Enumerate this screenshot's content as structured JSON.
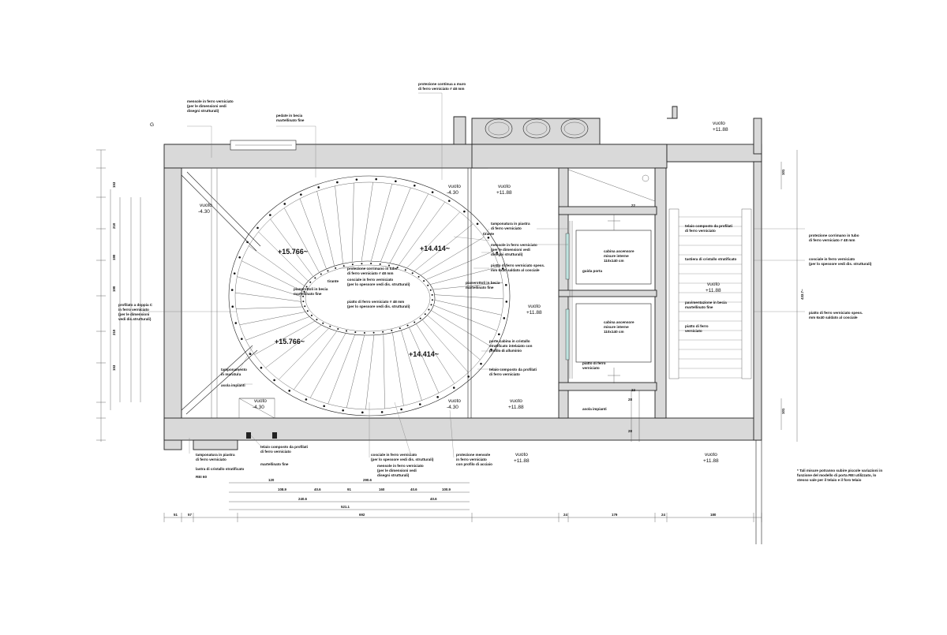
{
  "levels": {
    "vuoto_label": "vuoto",
    "vuoto_value": "+11.88",
    "minus_430": "-4.30",
    "elev_15766": "+15.766~",
    "elev_14414": "+14.414~"
  },
  "notes": {
    "mensole_top": [
      "mensole in ferro verniciato",
      "(per le dimensioni vedi",
      "disegni strutturali)"
    ],
    "pedate_top": [
      "pedate in becia",
      "martellinato fine"
    ],
    "protezione_top": [
      "protezione continua a muro",
      "di ferro verniciato # 48 mm"
    ],
    "corrimano_inner": [
      "protezione corrimano in tubo",
      "di ferro verniciato # 48 mm"
    ],
    "cosciale_inner": [
      "cosciale in ferro verniciato",
      "(per lo spessore vedi dis. strutturali)"
    ],
    "tirante": "tirante",
    "tirante2": "tirante",
    "mensole_mid": [
      "mensole in ferro verniciato",
      "(per le dimensioni vedi",
      "disegni strutturali)"
    ],
    "tamponatura": [
      "tamponatura in piastra",
      "di ferro verniciato"
    ],
    "piatto_mid": [
      "piatto di ferro verniciato spess.",
      "mm 6x40 saldato al cosciale"
    ],
    "pianerottoli": [
      "pianerottoli in becia",
      "martellinato fine"
    ],
    "piatto_inner": [
      "piatto di ferro verniciato # 48 mm",
      "(per lo spessore vedi dis. strutturali)"
    ],
    "pianerottoli_right": [
      "pianerottoli in becia",
      "martellinato fine"
    ],
    "profilato": [
      "profilato a doppia C",
      "in ferro verniciato",
      "(per le dimensioni",
      "vedi dis.strutturali)"
    ],
    "tamponamento": [
      "tamponamento",
      "in muratura"
    ],
    "asola_left": "asola impianti",
    "porte_cabina": [
      "porte cabina in cristallo",
      "stratificato intelaiato con",
      "profilo di alluminio"
    ],
    "telaio_right_low": [
      "telaio composto da profilati",
      "di ferro verniciato"
    ],
    "guida_porta": "guida porta",
    "cabina1": [
      "cabina ascensore",
      "misure interne",
      "110x140 cm"
    ],
    "cabina2": [
      "cabina ascensore",
      "misure interne",
      "110x140 cm"
    ],
    "piatto_lift": [
      "piatto di ferro",
      "verniciato"
    ],
    "asola_right": "asola impianti",
    "telaio_right": [
      "telaio composto da profilati",
      "di ferro verniciato"
    ],
    "tastiera": [
      "tastiera di cristallo stratificato"
    ],
    "pavimentazione": [
      "pavimentazione in becia",
      "martellinato fine"
    ],
    "piatto_right": [
      "piatto di ferro",
      "verniciato"
    ],
    "far_protezione": [
      "protezione corrimano in tubo",
      "di ferro verniciato # 48 mm"
    ],
    "far_cosciale": [
      "cosciale in ferro verniciato",
      "(per lo spessore vedi dis. strutturali)"
    ],
    "far_piatto": [
      "piatto di ferro verniciato spess.",
      "mm 6x40 saldato al cosciale"
    ],
    "bl_tamponatura": [
      "tamponatura in piastra",
      "di ferro verniciato"
    ],
    "bl_lastra": [
      "lastra di cristallo stratificato"
    ],
    "bl_rei": "REI 60",
    "bl_telaio": [
      "telaio composto da profilati",
      "di ferro verniciato"
    ],
    "bl_martellinato": "martellinato fine",
    "b_cosciale": [
      "cosciale in ferro verniciato",
      "(per lo spessore vedi dis. strutturali)"
    ],
    "b_mensole": [
      "mensole in ferro verniciato",
      "(per le dimensioni vedi",
      "disegni strutturali)"
    ],
    "b_protezione": [
      "protezione mensole",
      "in ferro verniciato",
      "con profilo di acciaio"
    ],
    "side_note": [
      "* Tali misure potranno subire piccole variazioni in",
      "funzione del modello di porta REI utilizzato, lo",
      "stesso vale per il telaio e il foro telaio"
    ]
  },
  "dimensions": {
    "bottom": [
      "51",
      "57",
      "692",
      "24",
      "179",
      "24",
      "180"
    ],
    "row1": [
      "120",
      "290.6"
    ],
    "row2": [
      "108.9",
      "40.6",
      "91",
      "160",
      "40.6",
      "100.9"
    ],
    "row3": [
      "240.6",
      "40.6"
    ],
    "row4": [
      "521.1"
    ],
    "right_big": "433.7~",
    "right_small": [
      "101",
      "101"
    ],
    "left": [
      "153",
      "210",
      "190",
      "190",
      "210",
      "153"
    ],
    "lift_small": [
      "22",
      "22",
      "28",
      "28"
    ]
  },
  "title_mark": "G"
}
